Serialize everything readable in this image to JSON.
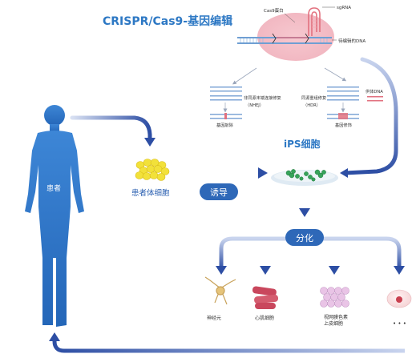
{
  "title": "CRISPR/Cas9-基因编辑",
  "cas9_label": "Cas9蛋白",
  "sgrna_label": "sgRNA",
  "target_dna_label": "待编辑的DNA",
  "nhej": {
    "line1": "非同源末端连接修复",
    "line2": "（NHEJ）",
    "result": "基因敲除"
  },
  "hdr": {
    "line1": "同源重组修复",
    "line2": "（HDR）",
    "donor": "供体DNA",
    "result": "基因修饰"
  },
  "patient_label": "患者",
  "patient_cells_label": "患者体细胞",
  "induce_label": "诱导",
  "ips_label": "iPS细胞",
  "differentiate_label": "分化",
  "cells": [
    {
      "label": "神经元"
    },
    {
      "label": "心肌细胞"
    },
    {
      "label": "视网膜色素",
      "label2": "上皮细胞"
    },
    {
      "label": ""
    }
  ],
  "more_label": "• • •",
  "colors": {
    "title": "#2d78c4",
    "arrow_dark": "#2d4ea4",
    "arrow_light": "#b9c7e8",
    "body": "#2f74c6",
    "pill": "#2e68b8"
  }
}
